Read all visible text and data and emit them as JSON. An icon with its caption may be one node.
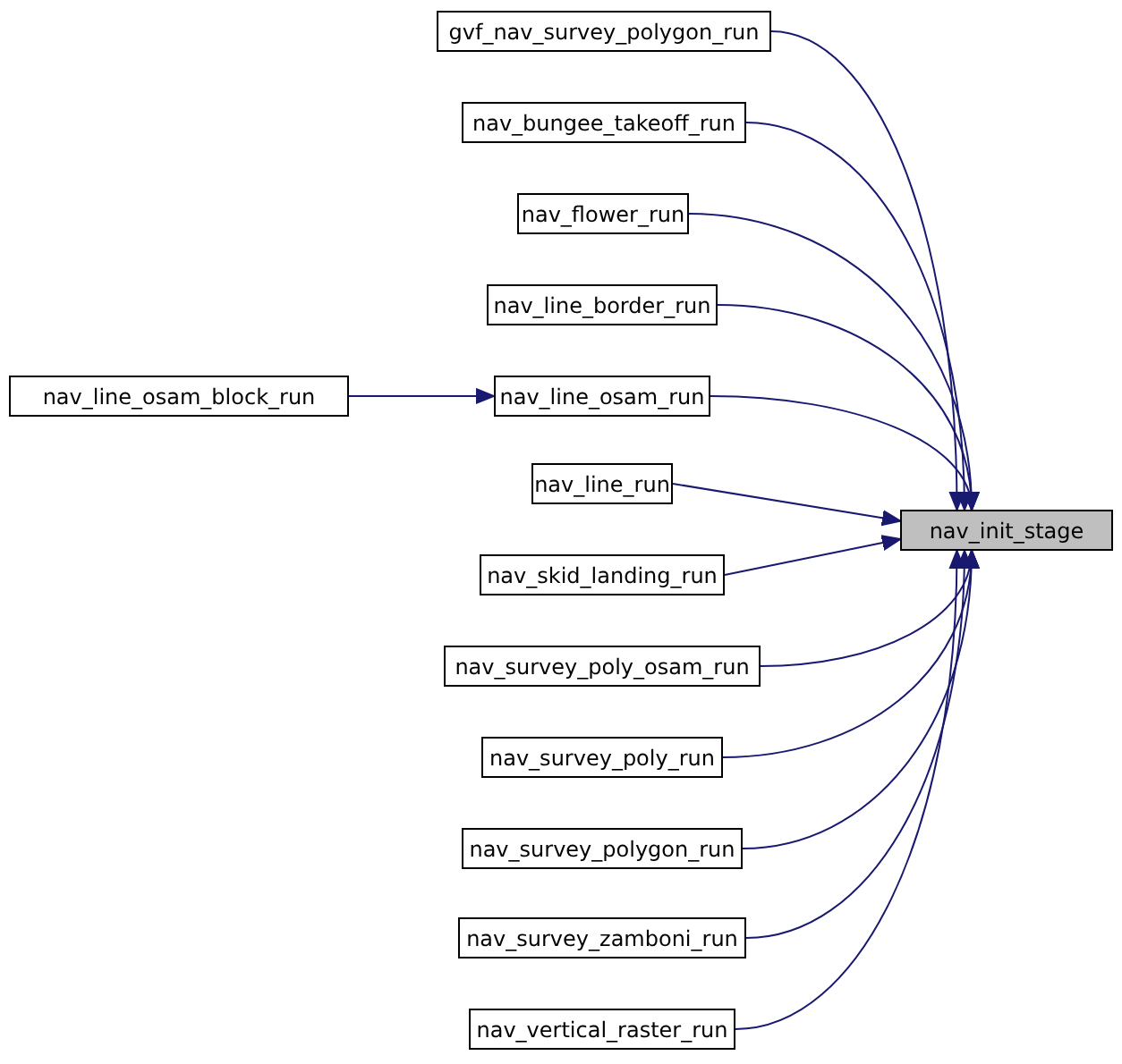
{
  "diagram": {
    "nodes": [
      {
        "text": [
          "gvf_nav_survey_polygon_run"
        ]
      },
      {
        "text": [
          "nav_bungee_takeoff_run"
        ]
      },
      {
        "text": [
          "nav_flower_run"
        ]
      },
      {
        "text": [
          "nav_line_border_run"
        ]
      },
      {
        "text": [
          "nav_line_osam_block_run"
        ]
      },
      {
        "text": [
          "nav_line_osam_run"
        ]
      },
      {
        "text": [
          "nav_line_run"
        ]
      },
      {
        "text": [
          "nav_skid_landing_run"
        ]
      },
      {
        "text": [
          "nav_survey_poly_osam_run"
        ]
      },
      {
        "text": [
          "nav_survey_poly_run"
        ]
      },
      {
        "text": [
          "nav_survey_polygon_run"
        ]
      },
      {
        "text": [
          "nav_survey_zamboni_run"
        ]
      },
      {
        "text": [
          "nav_vertical_raster_run"
        ]
      },
      {
        "text": [
          "nav_init_stage"
        ]
      }
    ],
    "edges": [
      {
        "from": 0,
        "to": 13,
        "arrow": "to"
      },
      {
        "from": 1,
        "to": 13,
        "arrow": "to"
      },
      {
        "from": 2,
        "to": 13,
        "arrow": "to"
      },
      {
        "from": 3,
        "to": 13,
        "arrow": "to"
      },
      {
        "from": 5,
        "to": 13,
        "arrow": "to"
      },
      {
        "from": 4,
        "to": 5,
        "arrow": "to"
      },
      {
        "from": 6,
        "to": 13,
        "arrow": "to"
      },
      {
        "from": 7,
        "to": 13,
        "arrow": "to"
      },
      {
        "from": 8,
        "to": 13,
        "arrow": "to"
      },
      {
        "from": 9,
        "to": 13,
        "arrow": "to"
      },
      {
        "from": 10,
        "to": 13,
        "arrow": "to"
      },
      {
        "from": 11,
        "to": 13,
        "arrow": "to"
      },
      {
        "from": 12,
        "to": 13,
        "arrow": "to"
      }
    ]
  }
}
